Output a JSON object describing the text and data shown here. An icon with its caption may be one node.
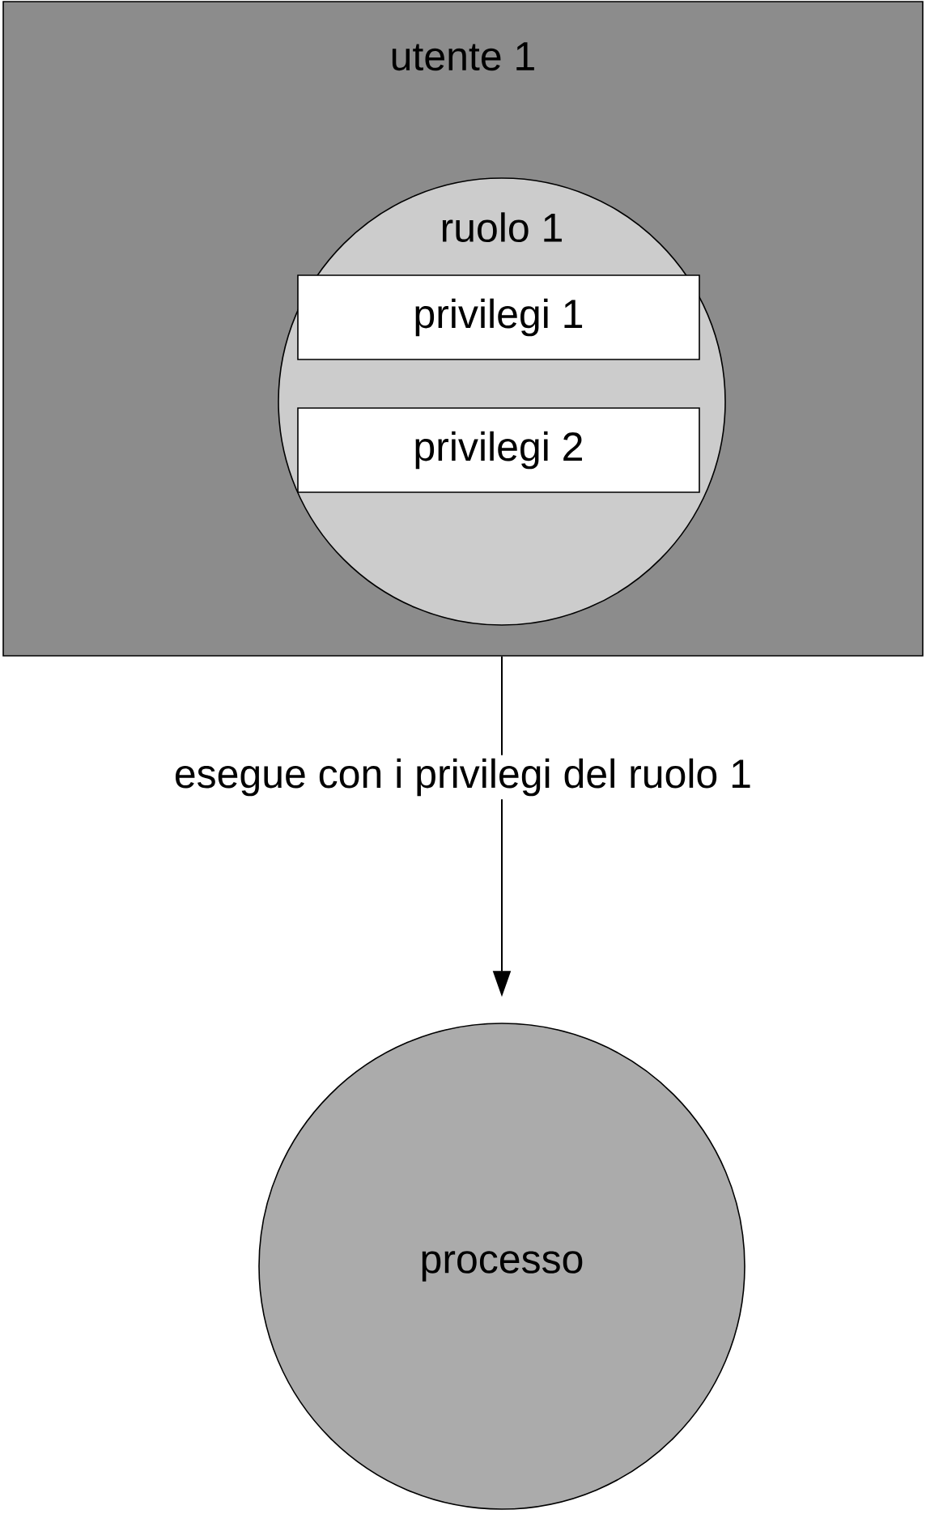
{
  "diagram": {
    "nodes": [
      {
        "text": [
          "utente 1"
        ]
      },
      {
        "text": [
          "ruolo 1"
        ],
        "in": 0
      },
      {
        "text": [
          "privilegi 1"
        ],
        "in": 1
      },
      {
        "text": [
          "privilegi 2"
        ],
        "in": 1
      },
      {
        "text": [
          "processo"
        ]
      }
    ],
    "edges": [
      {
        "from": 0,
        "to": 4,
        "arrow": "to",
        "label": "esegue con i privilegi del ruolo 1"
      }
    ]
  }
}
